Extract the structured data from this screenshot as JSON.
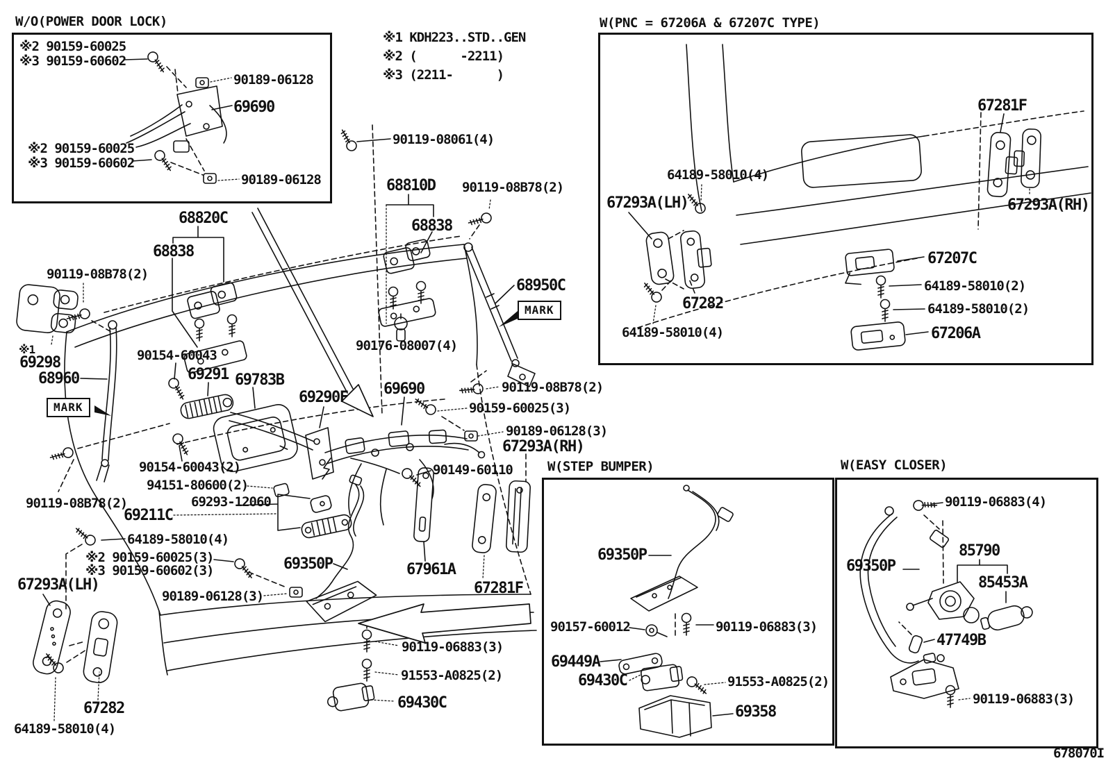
{
  "page": {
    "diagram_code": "678070I"
  },
  "mark": {
    "label": "MARK"
  },
  "notes": {
    "line1": "※1 KDH223..STD..GEN",
    "line2": "※2 (      -2211)",
    "line3": "※3 (2211-      )"
  },
  "box_power": {
    "title": "W/O(POWER DOOR LOCK)",
    "screw_top_1": "※2 90159-60025",
    "screw_top_2": "※3 90159-60602",
    "nut_top": "90189-06128",
    "lock": "69690",
    "screw_bottom_1": "※2 90159-60025",
    "screw_bottom_2": "※3 90159-60602",
    "nut_bottom": "90189-06128"
  },
  "box_pnc": {
    "title": "W(PNC = 67206A & 67207C TYPE)",
    "bolt_top": "64189-58010(4)",
    "hinge_lh": "67293A(LH)",
    "check_link": "67282",
    "bolt_bottom": "64189-58010(4)",
    "hinge_upper": "67281F",
    "hinge_rh": "67293A(RH)",
    "striker_upper": "67207C",
    "bolt_striker_1": "64189-58010(2)",
    "bolt_striker_2": "64189-58010(2)",
    "striker_lower": "67206A"
  },
  "box_step": {
    "title": "W(STEP BUMPER)",
    "cable": "69350P",
    "grommet": "90157-60012",
    "bolt": "90119-06883(3)",
    "bracket": "69449A",
    "lock": "69430C",
    "screw": "91553-A0825(2)",
    "tray": "69358"
  },
  "box_easy": {
    "title": "W(EASY CLOSER)",
    "bolt_upper": "90119-06883(4)",
    "cable": "69350P",
    "unit": "85790",
    "motor": "85453A",
    "clip": "47749B",
    "bolt_lower": "90119-06883(3)"
  },
  "main": {
    "bolt_08061": "90119-08061(4)",
    "hinge_set_upper": "68820C",
    "hinge_left": "68838",
    "hinge_set_right": "68810D",
    "hinge_right": "68838",
    "bolt_08b78_top": "90119-08B78(2)",
    "stay_right": "68950C",
    "grommet_08007": "90176-08007(4)",
    "bolt_08b78_right": "90119-08B78(2)",
    "screw_60025": "90159-60025(3)",
    "nut_06128_right": "90189-06128(3)",
    "hinge_rh": "67293A(RH)",
    "link_60110": "90149-60110",
    "bolt_08b78_left": "90119-08B78(2)",
    "note_ref": "※1",
    "check_69298": "69298",
    "stay_left": "68960",
    "clip_60043": "90154-60043",
    "handle": "69291",
    "bezel": "69783B",
    "lock_sub": "69290F",
    "lock_main": "69690",
    "bolt_08b78_bottom": "90119-08B78(2)",
    "clip_60043_2": "90154-60043(2)",
    "screw_80600": "94151-80600(2)",
    "link_12060": "69293-12060",
    "control": "69211C",
    "bolt_58010": "64189-58010(4)",
    "screw_60025_3": "※2 90159-60025(3)",
    "screw_60602_3": "※3 90159-60602(3)",
    "hinge_lh": "67293A(LH)",
    "nut_06128_3": "90189-06128(3)",
    "cable": "69350P",
    "plate_67961": "67961A",
    "hinge_67281": "67281F",
    "bolt_06883": "90119-06883(3)",
    "screw_a0825": "91553-A0825(2)",
    "lock_69430": "69430C",
    "check_67282": "67282",
    "bolt_58010_b": "64189-58010(4)"
  }
}
